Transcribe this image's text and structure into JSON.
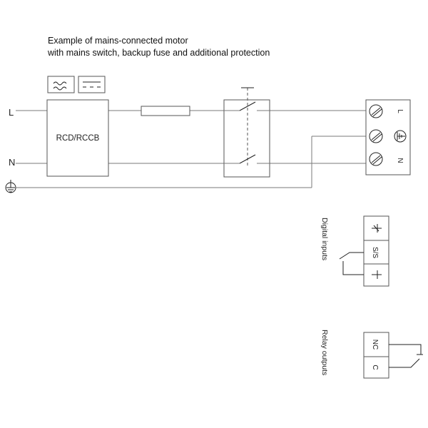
{
  "title": {
    "line1": "Example of mains-connected motor",
    "line2": "with mains switch, backup fuse and additional protection"
  },
  "supply": {
    "L": "L",
    "N": "N"
  },
  "rcd": {
    "label": "RCD/RCCB",
    "symbols": [
      "ac-wave-icon",
      "dc-dashed-icon"
    ]
  },
  "terminal_block": {
    "labels": [
      "L",
      "N"
    ]
  },
  "digital_inputs": {
    "label": "Digital inputs",
    "terminals": [
      "S/S"
    ]
  },
  "relay_outputs": {
    "label": "Relay outputs",
    "terminals": [
      "NC",
      "C"
    ]
  },
  "colors": {
    "wire": "#7a7a7a",
    "outline": "#555555",
    "text": "#222222"
  }
}
